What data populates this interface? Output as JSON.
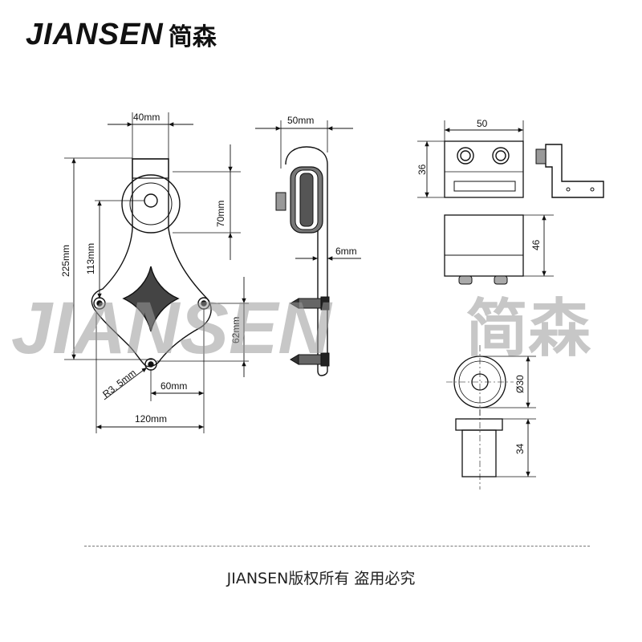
{
  "header": {
    "brand_en": "JIANSEN",
    "brand_cn": "简森"
  },
  "front_view": {
    "width_top": "40mm",
    "wheel_dia": "70mm",
    "total_height": "225mm",
    "height_to_hole": "113mm",
    "hole_spacing_v": "62mm",
    "radius": "R3. 5mm",
    "hole_spacing_h": "60mm",
    "total_width": "120mm"
  },
  "side_view": {
    "depth": "50mm",
    "plate_thickness": "6mm"
  },
  "stopper": {
    "width": "50",
    "height_front": "36",
    "height_top": "46"
  },
  "spacer": {
    "diameter": "Ø30",
    "height": "34"
  },
  "watermark": {
    "text_en": "JIANSEN",
    "text_cn": "简森"
  },
  "footer": {
    "copyright": "JIANSEN版权所有 盗用必究"
  }
}
